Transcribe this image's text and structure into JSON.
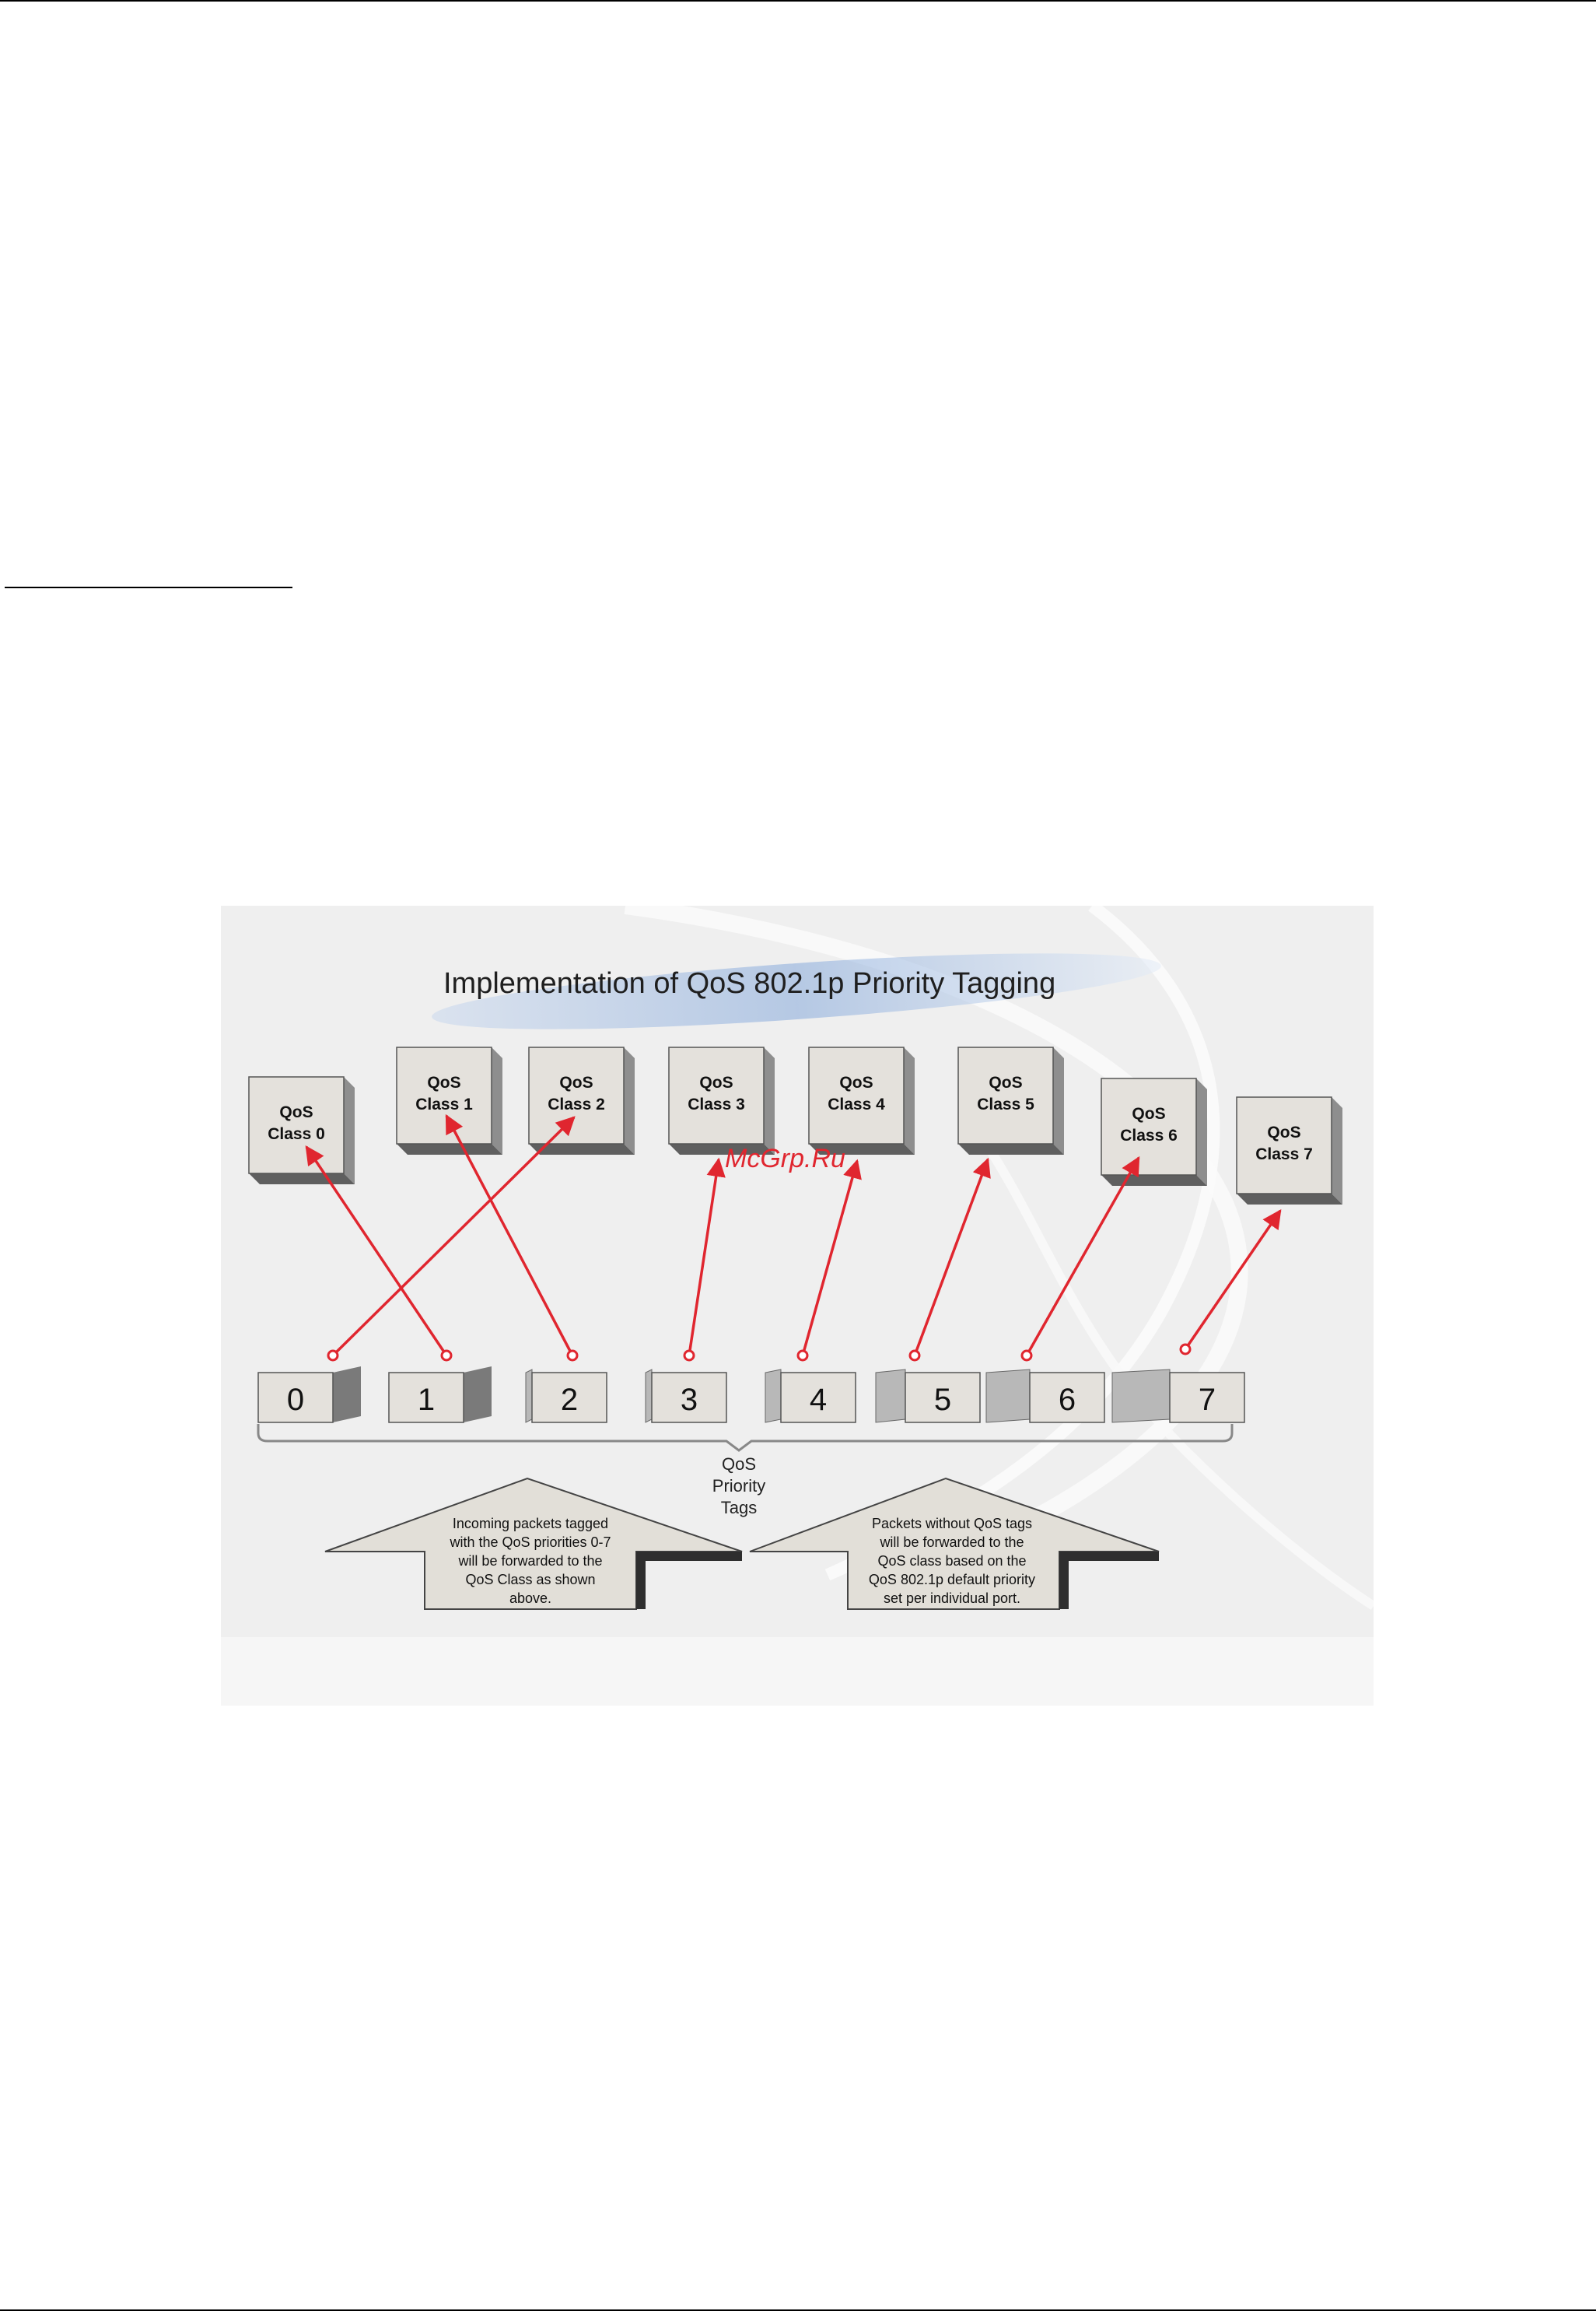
{
  "diagram": {
    "title": "Implementation of QoS 802.1p Priority Tagging",
    "classes": [
      {
        "line1": "QoS",
        "line2": "Class 0"
      },
      {
        "line1": "QoS",
        "line2": "Class 1"
      },
      {
        "line1": "QoS",
        "line2": "Class 2"
      },
      {
        "line1": "QoS",
        "line2": "Class 3"
      },
      {
        "line1": "QoS",
        "line2": "Class 4"
      },
      {
        "line1": "QoS",
        "line2": "Class 5"
      },
      {
        "line1": "QoS",
        "line2": "Class 6"
      },
      {
        "line1": "QoS",
        "line2": "Class 7"
      }
    ],
    "tags": [
      "0",
      "1",
      "2",
      "3",
      "4",
      "5",
      "6",
      "7"
    ],
    "tag_to_class": [
      2,
      0,
      1,
      3,
      4,
      5,
      6,
      7
    ],
    "group_label": [
      "QoS",
      "Priority",
      "Tags"
    ],
    "note_left": [
      "Incoming packets tagged",
      "with the QoS priorities 0-7",
      "will be forwarded to the",
      "QoS Class as shown",
      "above."
    ],
    "note_right": [
      "Packets without QoS tags",
      "will be forwarded to the",
      "QoS class based on the",
      "QoS 802.1p default priority",
      "set per individual port."
    ],
    "watermark": "McGrp.Ru",
    "colors": {
      "arrow": "#e0262f",
      "box_front": "#e4e1dc",
      "box_side": "#8e8e8e",
      "box_top": "#c8c6c2",
      "background": "#efefef"
    }
  }
}
